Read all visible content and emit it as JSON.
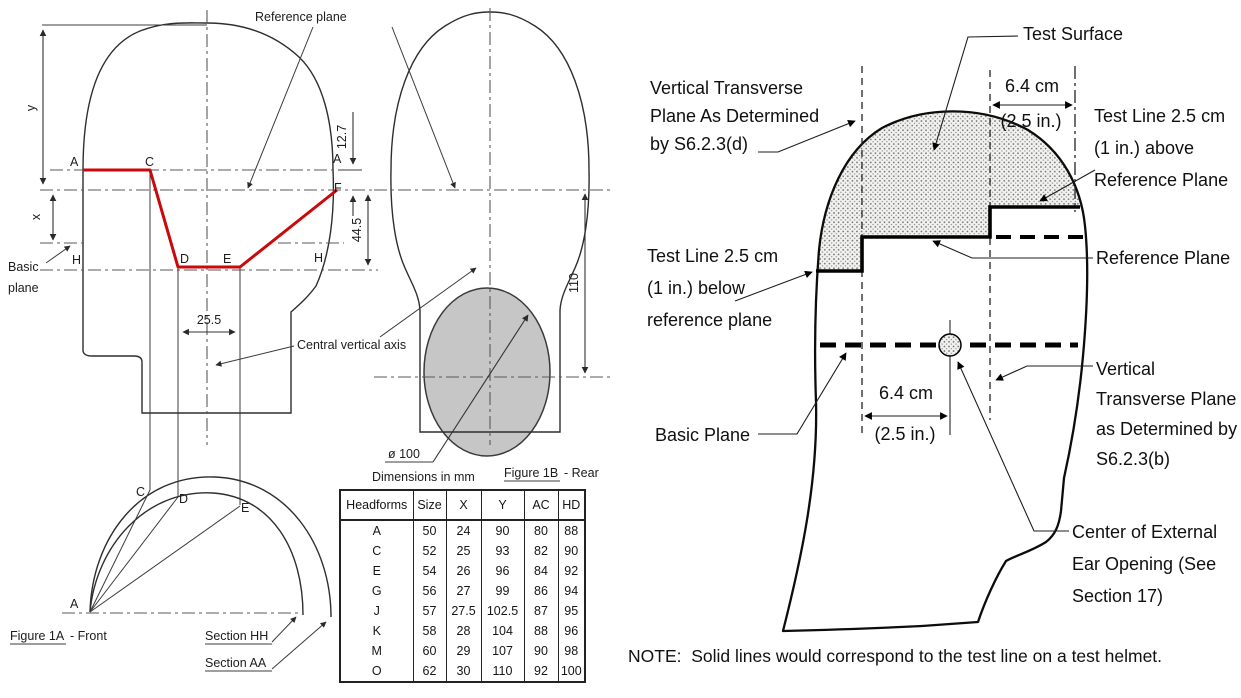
{
  "colors": {
    "red_line": "#c9090c",
    "gray_fill": "#c6c6c6",
    "line": "#111111"
  },
  "left": {
    "reference_plane_label": "Reference plane",
    "basic_plane_label_1": "Basic",
    "basic_plane_label_2": "plane",
    "central_axis_label": "Central vertical axis",
    "dim_y": "y",
    "dim_x": "x",
    "dim_12_7": "12.7",
    "dim_44_5": "44.5",
    "dim_25_5": "25.5",
    "dim_110": "110",
    "dia_100": "ø 100",
    "dimensions_in_mm": "Dimensions in mm",
    "pt_A": "A",
    "pt_C": "C",
    "pt_D": "D",
    "pt_E": "E",
    "pt_F": "F",
    "pt_H_left": "H",
    "pt_H_right": "H",
    "pt_A_right": "A",
    "sec_A": "A",
    "sec_C": "C",
    "sec_D": "D",
    "sec_E": "E",
    "fig1a": "Figure 1A",
    "fig1a_suffix": "- Front",
    "fig1b": "Figure 1B",
    "fig1b_suffix": "- Rear",
    "section_hh": "Section HH",
    "section_aa": "Section AA",
    "table": {
      "headers": [
        "Headforms",
        "Size",
        "X",
        "Y",
        "AC",
        "HD"
      ],
      "rows": [
        [
          "A",
          "50",
          "24",
          "90",
          "80",
          "88"
        ],
        [
          "C",
          "52",
          "25",
          "93",
          "82",
          "90"
        ],
        [
          "E",
          "54",
          "26",
          "96",
          "84",
          "92"
        ],
        [
          "G",
          "56",
          "27",
          "99",
          "86",
          "94"
        ],
        [
          "J",
          "57",
          "27.5",
          "102.5",
          "87",
          "95"
        ],
        [
          "K",
          "58",
          "28",
          "104",
          "88",
          "96"
        ],
        [
          "M",
          "60",
          "29",
          "107",
          "90",
          "98"
        ],
        [
          "O",
          "62",
          "30",
          "110",
          "92",
          "100"
        ]
      ]
    }
  },
  "right": {
    "test_surface": "Test Surface",
    "vtp_d": [
      "Vertical Transverse",
      "Plane As Determined",
      "by S6.2.3(d)"
    ],
    "dim_upper": [
      "6.4 cm",
      "(2.5 in.)"
    ],
    "test_line_above": [
      "Test Line 2.5 cm",
      "(1 in.) above",
      "Reference Plane"
    ],
    "reference_plane": "Reference Plane",
    "test_line_below": [
      "Test Line 2.5 cm",
      "(1 in.) below",
      "reference plane"
    ],
    "basic_plane": "Basic Plane",
    "dim_lower": [
      "6.4 cm",
      "(2.5 in.)"
    ],
    "vtp_b": [
      "Vertical",
      "Transverse Plane",
      "as Determined by",
      "S6.2.3(b)"
    ],
    "ear_center": [
      "Center of External",
      "Ear Opening (See",
      "Section 17)"
    ],
    "note": "NOTE:  Solid lines would correspond to the test line on a test helmet."
  }
}
